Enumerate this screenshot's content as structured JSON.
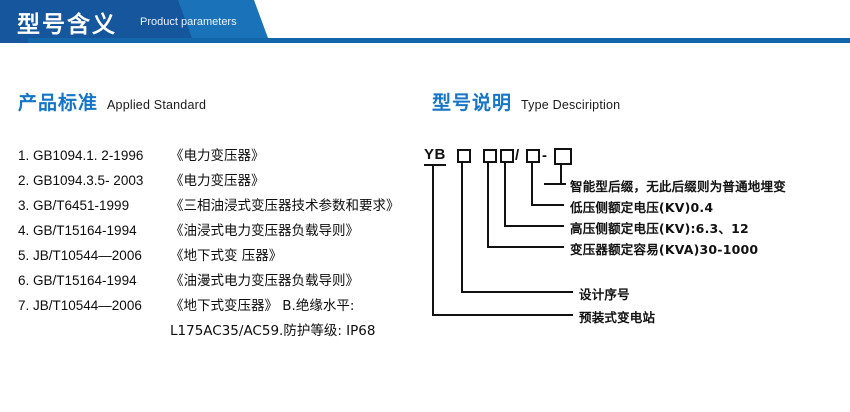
{
  "banner": {
    "title_cn": "型号含义",
    "title_en": "Product parameters",
    "color_dark": "#15569c",
    "color_light": "#1a72b8",
    "color_rule": "#1267ab"
  },
  "sections": {
    "left": {
      "heading_cn": "产品标准",
      "heading_en": "Applied Standard",
      "standards": [
        {
          "code": "1. GB1094.1. 2-1996",
          "name": "《电力变压器》"
        },
        {
          "code": "2. GB1094.3.5- 2003",
          "name": "《电力变压器》"
        },
        {
          "code": "3. GB/T6451-1999",
          "name": "《三相油浸式变压器技术参数和要求》"
        },
        {
          "code": "4. GB/T15164-1994",
          "name": "《油浸式电力变压器负载导则》"
        },
        {
          "code": "5. JB/T10544—2006",
          "name": "《地下式变 压器》"
        },
        {
          "code": "6. GB/T15164-1994",
          "name": "《油漫式电力变压器负载导则》"
        },
        {
          "code": "7. JB/T10544—2006",
          "name": "《地下式变压器》 B.绝缘水平:"
        }
      ],
      "continuation": "L175AC35/AC59.防护等级: IP68"
    },
    "right": {
      "heading_cn": "型号说明",
      "heading_en": "Type Desciription",
      "symbols": [
        {
          "kind": "text",
          "value": "YB"
        },
        {
          "kind": "box",
          "value": ""
        },
        {
          "kind": "box",
          "value": ""
        },
        {
          "kind": "box",
          "value": ""
        },
        {
          "kind": "sep",
          "value": "/"
        },
        {
          "kind": "box",
          "value": ""
        },
        {
          "kind": "sep",
          "value": "-"
        },
        {
          "kind": "bigbox",
          "value": ""
        }
      ],
      "annotations": [
        "智能型后缀，无此后缀则为普通地埋变",
        "低压侧额定电压(KV)0.4",
        "高压侧额定电压(KV):6.3、12",
        "变压器额定容易(KVA)30-1000",
        "设计序号",
        "预装式变电站"
      ]
    }
  }
}
